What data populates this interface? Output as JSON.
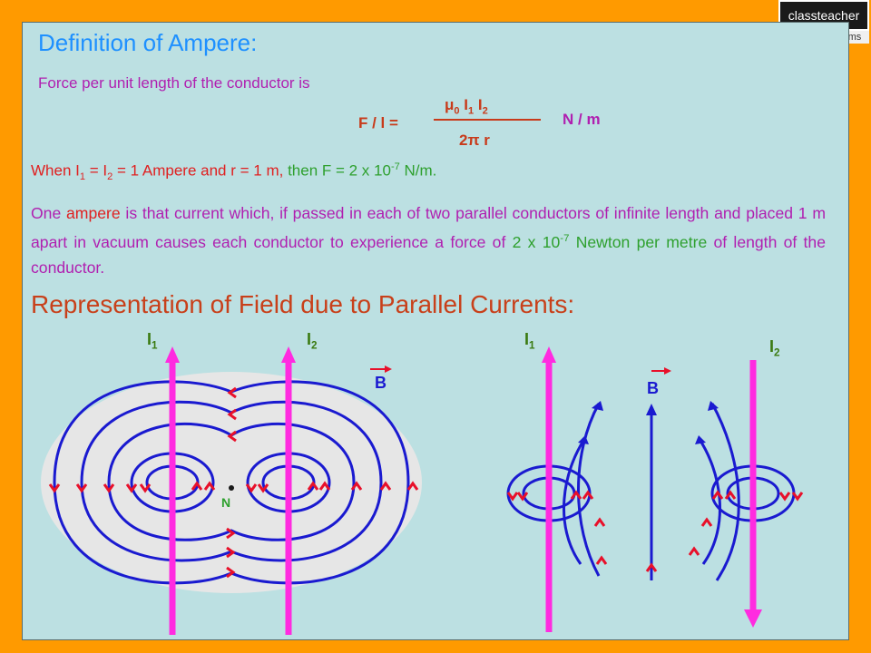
{
  "logo": {
    "brand": "classteacher",
    "tagline": "learning systems"
  },
  "heading": "Definition of Ampere:",
  "intro": "Force per unit length of the conductor is",
  "formula": {
    "lhs": "F / l  =",
    "num_mu": "μ",
    "num_mu_sub": "0",
    "num_i1": "I",
    "num_i1_sub": "1",
    "num_i2": "I",
    "num_i2_sub": "2",
    "denominator": "2π r",
    "unit": "N / m"
  },
  "condition": {
    "when": "When I",
    "sub1": "1",
    "eq": " = I",
    "sub2": "2",
    "eq2": " = 1 Ampere and r = 1 m, ",
    "then": "then F = 2 x 10",
    "exp": "-7",
    "unit": " N/m."
  },
  "definition": {
    "p1": "One ",
    "ampere": "ampere",
    "p2": " is that current which, if passed in each of two parallel conductors of infinite length and placed 1 m apart in vacuum causes each conductor to experience a force of ",
    "force": "2 x 10",
    "force_exp": "-7",
    "p3": " ",
    "newton": "Newton per metre",
    "p4": " of length of the conductor."
  },
  "heading2": "Representation of Field due to Parallel Currents:",
  "left_diagram": {
    "i1": "I",
    "i1_sub": "1",
    "i2": "I",
    "i2_sub": "2",
    "b": "B",
    "n": "N"
  },
  "right_diagram": {
    "i1": "I",
    "i1_sub": "1",
    "i2": "I",
    "i2_sub": "2",
    "b": "B"
  },
  "colors": {
    "background": "#FF9A00",
    "panel": "#BCE0E2",
    "wire": "#FF2BE0",
    "field": "#1A1AD0",
    "arrow": "#E8102A"
  }
}
